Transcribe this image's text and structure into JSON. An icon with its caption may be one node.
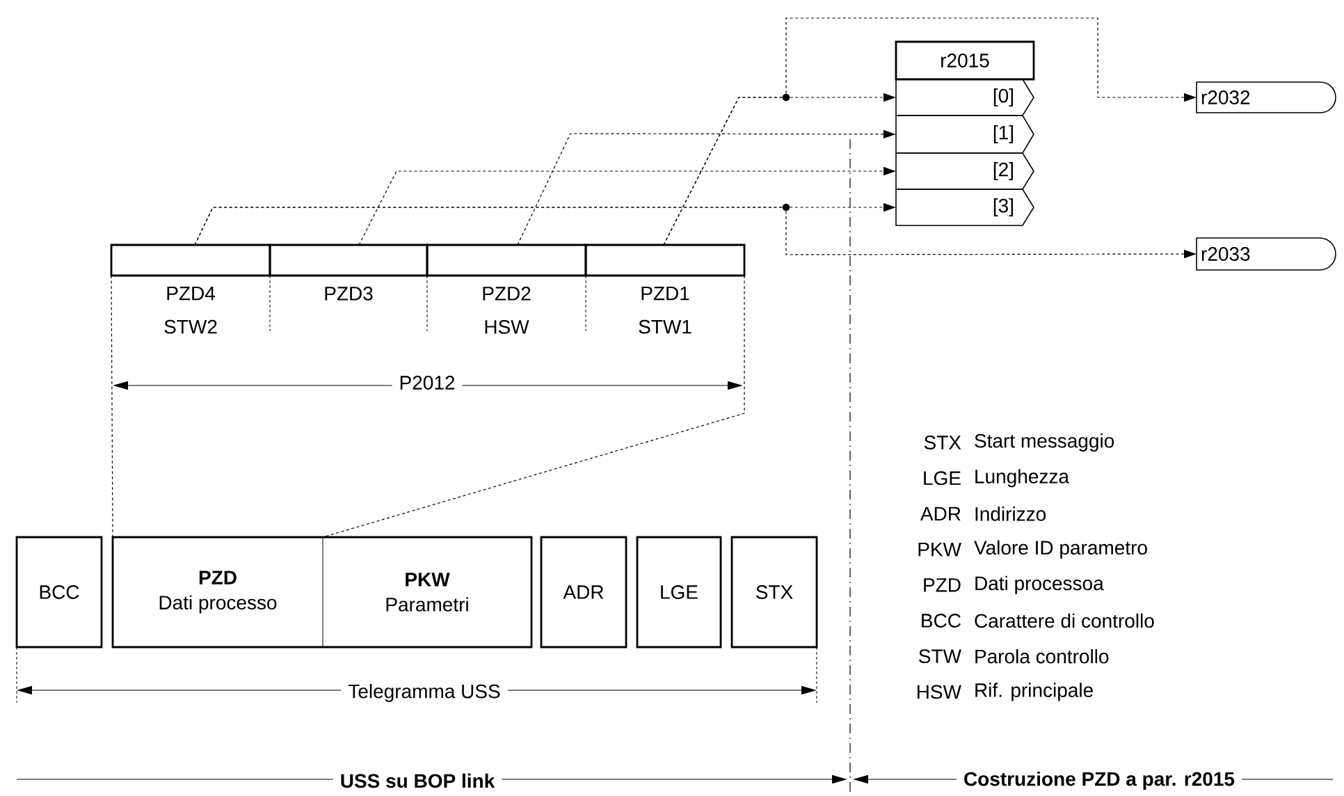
{
  "diagram": {
    "nodes": [
      {
        "text": [],
        "shape": "box",
        "beside": [
          "PZD4 STW2"
        ]
      },
      {
        "text": [],
        "shape": "box",
        "beside": [
          "PZD3"
        ]
      },
      {
        "text": [],
        "shape": "box",
        "beside": [
          "PZD2 HSW"
        ]
      },
      {
        "text": [],
        "shape": "box",
        "beside": [
          "PZD1 STW1"
        ]
      },
      {
        "text": [
          "r2015"
        ]
      },
      {
        "text": [
          "[0]"
        ]
      },
      {
        "text": [
          "[1]"
        ]
      },
      {
        "text": [
          "[2]"
        ]
      },
      {
        "text": [
          "[3]"
        ]
      },
      {
        "text": [
          "r2032"
        ]
      },
      {
        "text": [
          "r2033"
        ]
      },
      {
        "text": [
          "BCC"
        ]
      },
      {
        "text": [
          "PZD",
          "Dati processo"
        ]
      },
      {
        "text": [
          "PKW",
          "Parametri"
        ]
      },
      {
        "text": [
          "ADR"
        ]
      },
      {
        "text": [
          "LGE"
        ]
      },
      {
        "text": [
          "STX"
        ]
      }
    ],
    "edges": [
      {
        "from": 3,
        "to": 5,
        "arrow": "to",
        "style": "dashed"
      },
      {
        "from": 2,
        "to": 6,
        "arrow": "to",
        "style": "dashed"
      },
      {
        "from": 1,
        "to": 7,
        "arrow": "to",
        "style": "dashed"
      },
      {
        "from": 0,
        "to": 8,
        "arrow": "to",
        "style": "dashed"
      },
      {
        "from": 3,
        "to": 9,
        "arrow": "to",
        "style": "dashed"
      },
      {
        "from": 0,
        "to": 10,
        "arrow": "to",
        "style": "dashed"
      },
      {
        "from": 0,
        "to": 12,
        "arrow": "none",
        "style": "dashed"
      },
      {
        "from": 3,
        "to": 12,
        "arrow": "none",
        "style": "dashed"
      }
    ],
    "labels": [
      "P2012",
      "STX",
      "Start messaggio",
      "LGE",
      "Lunghezza",
      "ADR",
      "Indirizzo",
      "PKW",
      "Valore ID parametro",
      "PZD",
      "Dati processoa",
      "BCC",
      "Carattere di controllo",
      "STW",
      "Parola controllo",
      "Telegramma USS",
      "HSW",
      "Rif. principale",
      "USS su BOP link",
      "Costruzione PZD a par. r2015"
    ]
  }
}
